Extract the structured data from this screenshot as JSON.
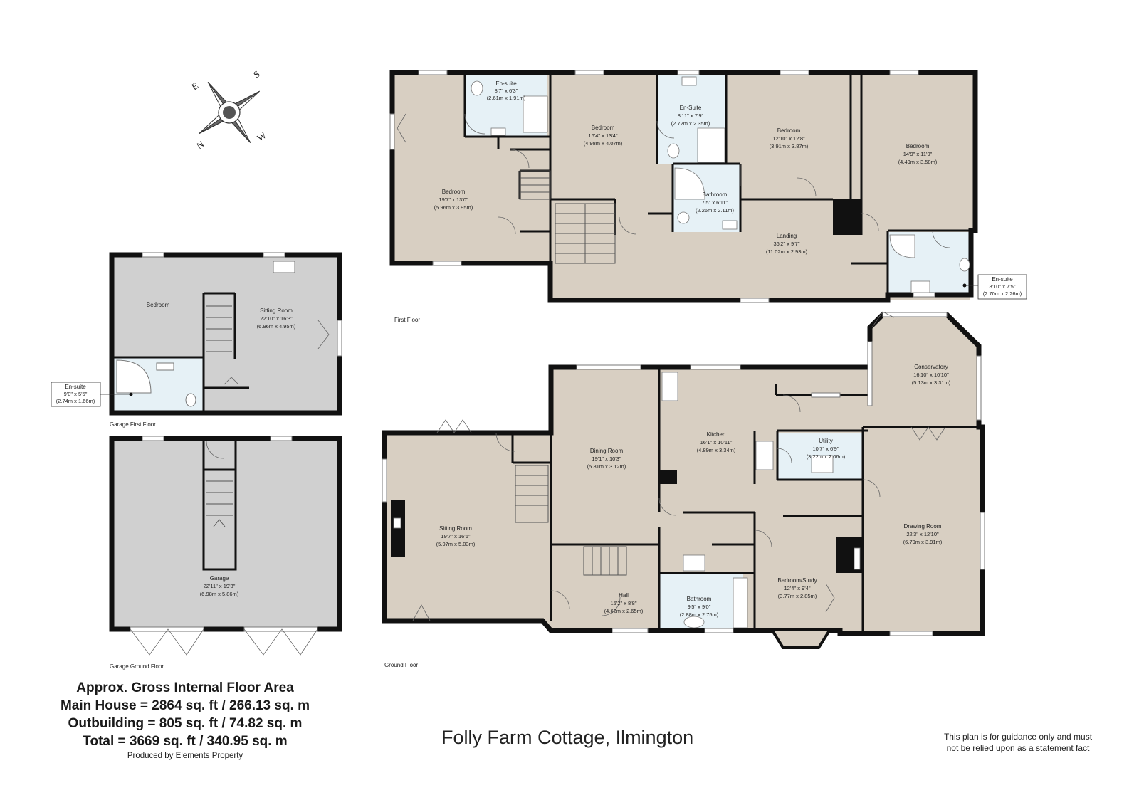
{
  "compass": {
    "icon": "compass-rose-icon",
    "north": "N",
    "east": "E",
    "south": "S",
    "west": "W"
  },
  "floors": {
    "first": "First Floor",
    "ground": "Ground Floor",
    "garage_first": "Garage First Floor",
    "garage_ground": "Garage Ground Floor"
  },
  "rooms": {
    "ff_ensuite1": {
      "name": "En-suite",
      "imp": "8'7\" x 6'3\"",
      "met": "(2.61m x 1.91m)"
    },
    "ff_bedroom1": {
      "name": "Bedroom",
      "imp": "19'7\" x 13'0\"",
      "met": "(5.96m x 3.95m)"
    },
    "ff_bedroom2": {
      "name": "Bedroom",
      "imp": "16'4\" x 13'4\"",
      "met": "(4.98m x 4.07m)"
    },
    "ff_ensuite2": {
      "name": "En-Suite",
      "imp": "8'11\" x 7'9\"",
      "met": "(2.72m x 2.35m)"
    },
    "ff_bathroom": {
      "name": "Bathroom",
      "imp": "7'5\" x 6'11\"",
      "met": "(2.26m x 2.11m)"
    },
    "ff_bedroom3": {
      "name": "Bedroom",
      "imp": "12'10\" x 12'8\"",
      "met": "(3.91m x 3.87m)"
    },
    "ff_bedroom4": {
      "name": "Bedroom",
      "imp": "14'9\" x 11'9\"",
      "met": "(4.49m x 3.58m)"
    },
    "ff_landing": {
      "name": "Landing",
      "imp": "36'2\" x 9'7\"",
      "met": "(11.02m x 2.93m)"
    },
    "ff_ensuite3": {
      "name": "En-suite",
      "imp": "8'10\" x 7'5\"",
      "met": "(2.70m x 2.26m)"
    },
    "gf_sitting": {
      "name": "Sitting Room",
      "imp": "19'7\" x 16'6\"",
      "met": "(5.97m x 5.03m)"
    },
    "gf_dining": {
      "name": "Dining Room",
      "imp": "19'1\" x 10'3\"",
      "met": "(5.81m x 3.12m)"
    },
    "gf_kitchen": {
      "name": "Kitchen",
      "imp": "16'1\" x 10'11\"",
      "met": "(4.89m x 3.34m)"
    },
    "gf_utility": {
      "name": "Utility",
      "imp": "10'7\" x 6'9\"",
      "met": "(3.22m x 2.06m)"
    },
    "gf_conservatory": {
      "name": "Conservatory",
      "imp": "16'10\" x 10'10\"",
      "met": "(5.13m x 3.31m)"
    },
    "gf_drawing": {
      "name": "Drawing Room",
      "imp": "22'3\" x 12'10\"",
      "met": "(6.79m x 3.91m)"
    },
    "gf_hall": {
      "name": "Hall",
      "imp": "15'2\" x 8'8\"",
      "met": "(4.62m x 2.65m)"
    },
    "gf_bathroom": {
      "name": "Bathroom",
      "imp": "9'5\" x 9'0\"",
      "met": "(2.88m x 2.75m)"
    },
    "gf_study": {
      "name": "Bedroom/Study",
      "imp": "12'4\" x 9'4\"",
      "met": "(3.77m x 2.85m)"
    },
    "gar_bedroom": {
      "name": "Bedroom"
    },
    "gar_sitting": {
      "name": "Sitting Room",
      "imp": "22'10\" x 16'3\"",
      "met": "(6.96m x 4.95m)"
    },
    "gar_ensuite": {
      "name": "En-suite",
      "imp": "9'0\" x 5'5\"",
      "met": "(2.74m x 1.66m)"
    },
    "gar_garage": {
      "name": "Garage",
      "imp": "22'11\" x 19'3\"",
      "met": "(6.98m x 5.86m)"
    }
  },
  "area": {
    "heading": "Approx. Gross Internal Floor Area",
    "main_house": "Main House = 2864 sq. ft / 266.13 sq. m",
    "outbuilding": "Outbuilding = 805 sq. ft / 74.82 sq. m",
    "total": "Total = 3669 sq. ft / 340.95 sq. m",
    "produced_by": "Produced by Elements Property"
  },
  "title": "Folly Farm Cottage, Ilmington",
  "disclaimer": {
    "line1": "This plan is for guidance only and must",
    "line2": "not be relied upon as a statement fact"
  },
  "colors": {
    "room_fill": "#d8cfc2",
    "bathroom_fill": "#e6f1f6",
    "garage_fill": "#d0d0d0",
    "wall": "#111111"
  }
}
